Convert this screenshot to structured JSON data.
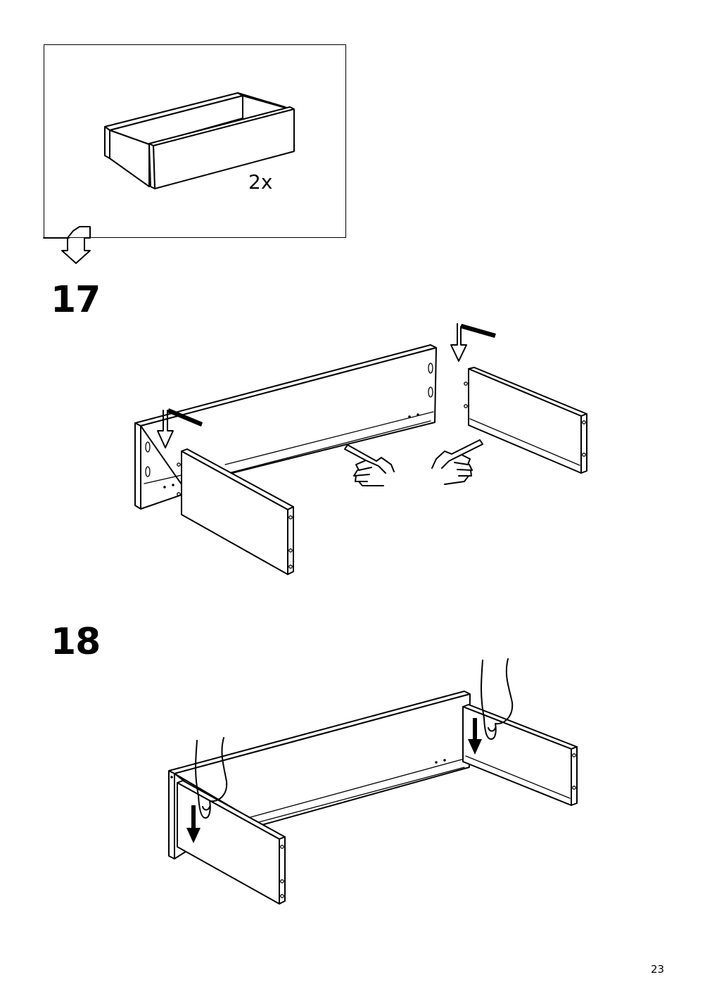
{
  "intro": {
    "quantity_label": "2x"
  },
  "steps": [
    {
      "number": "17"
    },
    {
      "number": "18"
    }
  ],
  "footer": {
    "page_number": "23"
  }
}
